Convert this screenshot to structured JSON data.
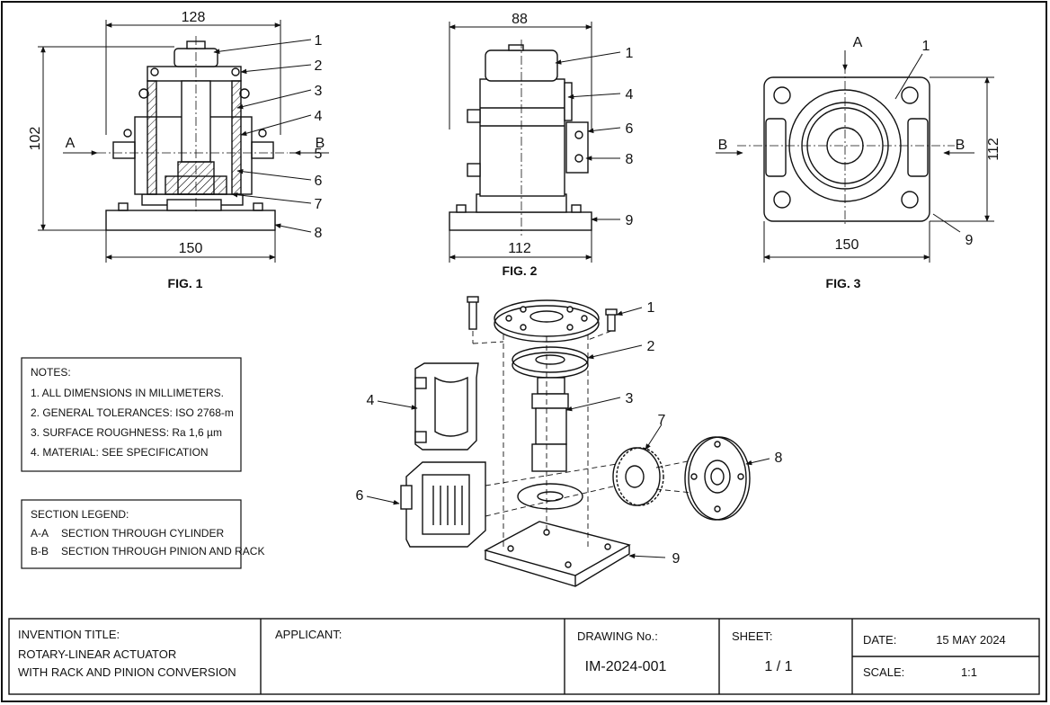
{
  "fig1": {
    "caption": "FIG. 1",
    "dim_top": "128",
    "dim_left": "102",
    "dim_bottom": "150",
    "section_a": "A",
    "section_b": "B",
    "callouts": [
      "1",
      "2",
      "3",
      "4",
      "5",
      "6",
      "7",
      "8"
    ]
  },
  "fig2": {
    "caption": "FIG. 2",
    "dim_top": "88",
    "dim_bottom": "112",
    "callouts": [
      "1",
      "4",
      "6",
      "8",
      "9"
    ]
  },
  "fig3": {
    "caption": "FIG. 3",
    "section_a": "A",
    "section_b_left": "B",
    "section_b_right": "B",
    "dim_right": "112",
    "dim_bottom": "150",
    "callouts": [
      "1",
      "9"
    ]
  },
  "exploded": {
    "callouts": [
      "1",
      "2",
      "3",
      "4",
      "6",
      "7",
      "8",
      "9"
    ]
  },
  "notes": {
    "title": "NOTES:",
    "items": [
      "1. ALL DIMENSIONS IN MILLIMETERS.",
      "2. GENERAL TOLERANCES: ISO 2768-m",
      "3. SURFACE ROUGHNESS: Ra 1,6 µm",
      "4. MATERIAL: SEE SPECIFICATION"
    ]
  },
  "legend": {
    "title": "SECTION LEGEND:",
    "items": [
      {
        "code": "A-A",
        "text": "SECTION THROUGH CYLINDER"
      },
      {
        "code": "B-B",
        "text": "SECTION THROUGH PINION AND RACK"
      }
    ]
  },
  "title_block": {
    "invention_label": "INVENTION TITLE:",
    "invention_line1": "ROTARY-LINEAR ACTUATOR",
    "invention_line2": "WITH RACK AND PINION CONVERSION",
    "applicant_label": "APPLICANT:",
    "drawing_label": "DRAWING No.:",
    "drawing_value": "IM-2024-001",
    "sheet_label": "SHEET:",
    "sheet_value": "1 / 1",
    "date_label": "DATE:",
    "date_value": "15 MAY 2024",
    "scale_label": "SCALE:",
    "scale_value": "1:1"
  }
}
